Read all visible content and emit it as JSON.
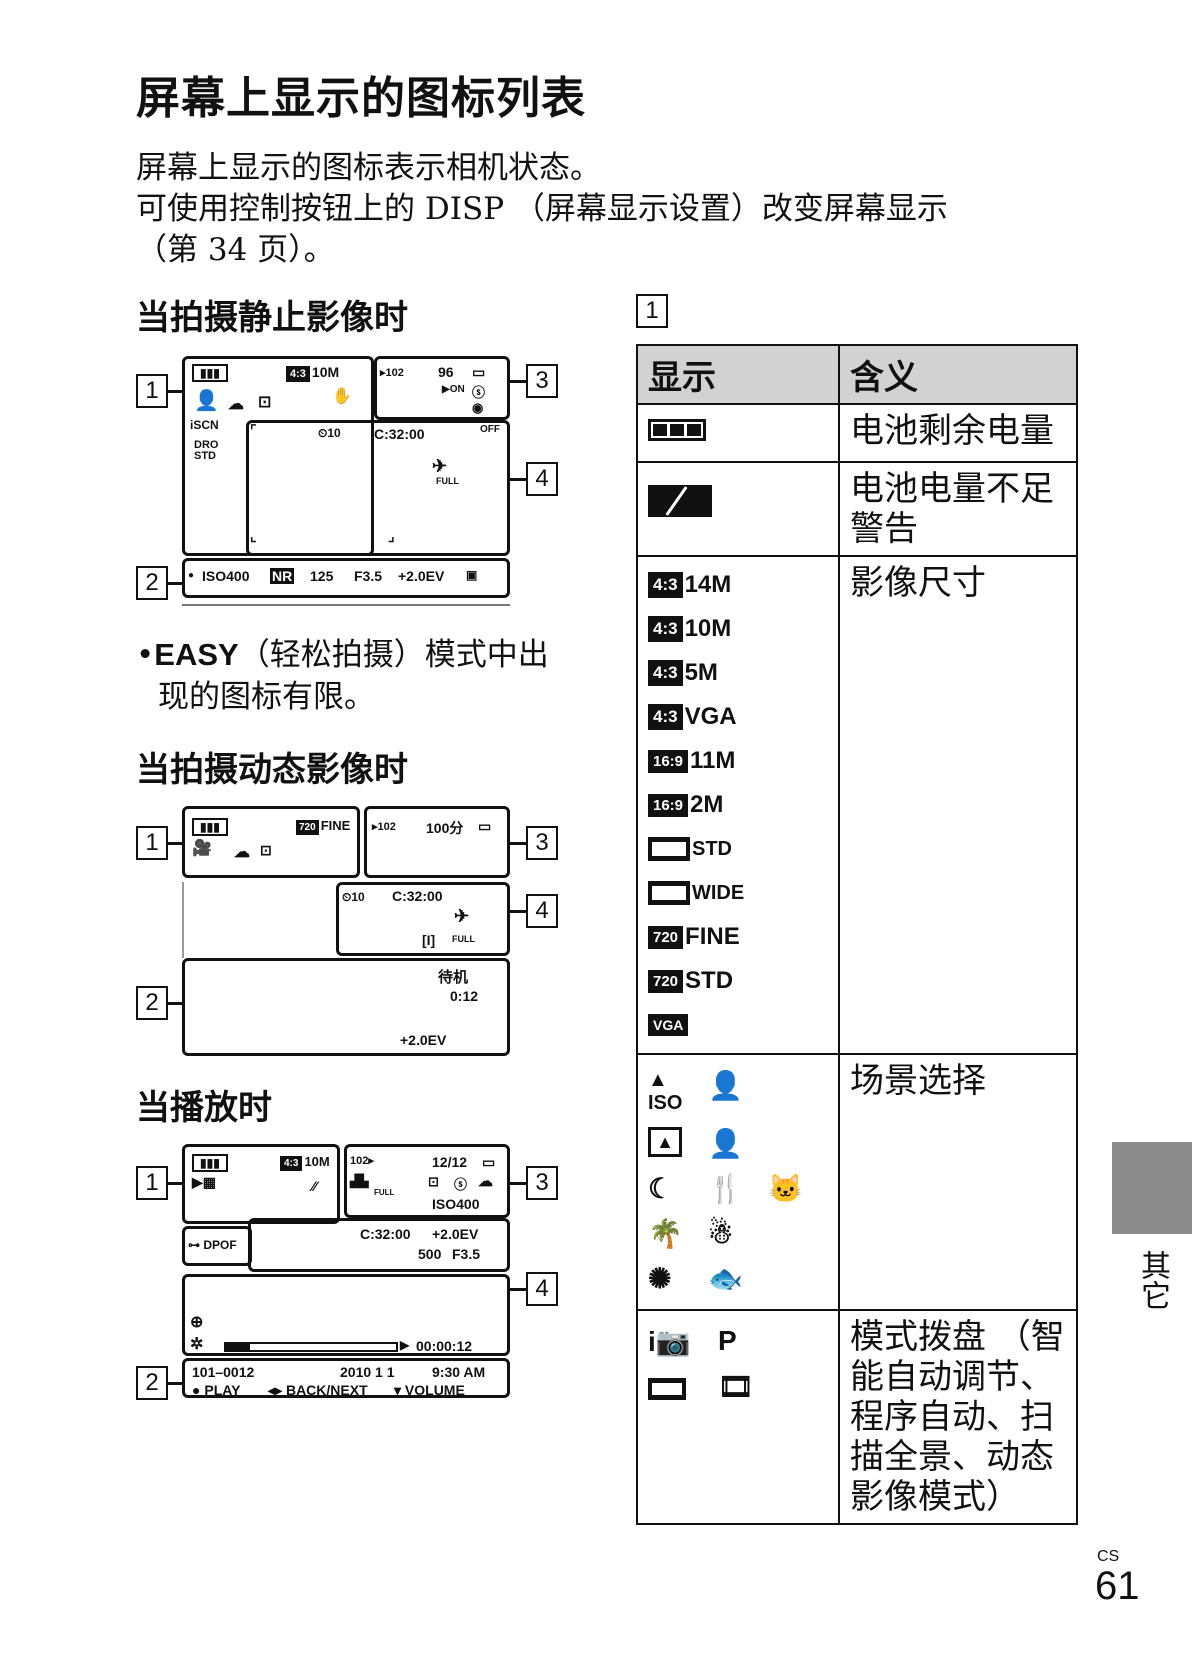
{
  "title": "屏幕上显示的图标列表",
  "intro": [
    "屏幕上显示的图标表示相机状态。",
    "可使用控制按钮上的 DISP （屏幕显示设置）改变屏幕显示",
    "（第 34 页）。"
  ],
  "sections": {
    "still": "当拍摄静止影像时",
    "movie": "当拍摄动态影像时",
    "play": "当播放时"
  },
  "note": {
    "bullet": "•",
    "easy": "EASY",
    "rest1": "（轻松拍摄）模式中出",
    "rest2": "现的图标有限。"
  },
  "markers": [
    "1",
    "2",
    "3",
    "4"
  ],
  "still_lcd": {
    "size": "10M",
    "aspect": "4:3",
    "shots": "96",
    "timecode": "C:32:00",
    "self": "10",
    "bottom": [
      "ISO400",
      "NR",
      "125",
      "F3.5",
      "+2.0EV"
    ],
    "dro": "DRO",
    "std": "STD",
    "full": "FULL",
    "on": "ON",
    "off": "OFF"
  },
  "movie_lcd": {
    "quality": "FINE",
    "q720": "720",
    "folder": "102",
    "remain": "100分",
    "timecode": "C:32:00",
    "standby": "待机",
    "time": "0:12",
    "ev": "+2.0EV",
    "self": "10",
    "full": "FULL"
  },
  "play_lcd": {
    "size": "10M",
    "aspect": "4:3",
    "folder": "102",
    "count": "12/12",
    "iso": "ISO400",
    "dpof": "DPOF",
    "timecode": "C:32:00",
    "ev": "+2.0EV",
    "shutter": "500",
    "fnum": "F3.5",
    "progress": 0.14,
    "elapsed": "00:00:12",
    "file": "101–0012",
    "date": "2010  1  1",
    "clock": "9:30 AM",
    "play": "PLAY",
    "back": "BACK/NEXT",
    "volume": "VOLUME",
    "full": "FULL"
  },
  "table": {
    "marker": "1",
    "headers": [
      "显示",
      "含义"
    ],
    "rows": {
      "battery": "电池剩余电量",
      "lowbatt": "电池电量不足警告",
      "size": "影像尺寸",
      "scene": "场景选择",
      "mode": "模式拨盘 （智能自动调节、程序自动、扫描全景、动态影像模式）"
    },
    "sizes": [
      {
        "badge": "4:3",
        "label": "14M"
      },
      {
        "badge": "4:3",
        "label": "10M"
      },
      {
        "badge": "4:3",
        "label": "5M"
      },
      {
        "badge": "4:3",
        "label": "VGA"
      },
      {
        "badge": "16:9",
        "label": "11M"
      },
      {
        "badge": "16:9",
        "label": "2M"
      },
      {
        "badge": "",
        "label": "STD"
      },
      {
        "badge": "",
        "label": "WIDE"
      },
      {
        "badge": "720",
        "label": "FINE"
      },
      {
        "badge": "720",
        "label": "STD"
      },
      {
        "badge": "VGA",
        "label": ""
      }
    ],
    "scene_iso": "ISO",
    "mode_p": "P"
  },
  "side_tab": "其它",
  "page": {
    "lang": "CS",
    "number": "61"
  }
}
